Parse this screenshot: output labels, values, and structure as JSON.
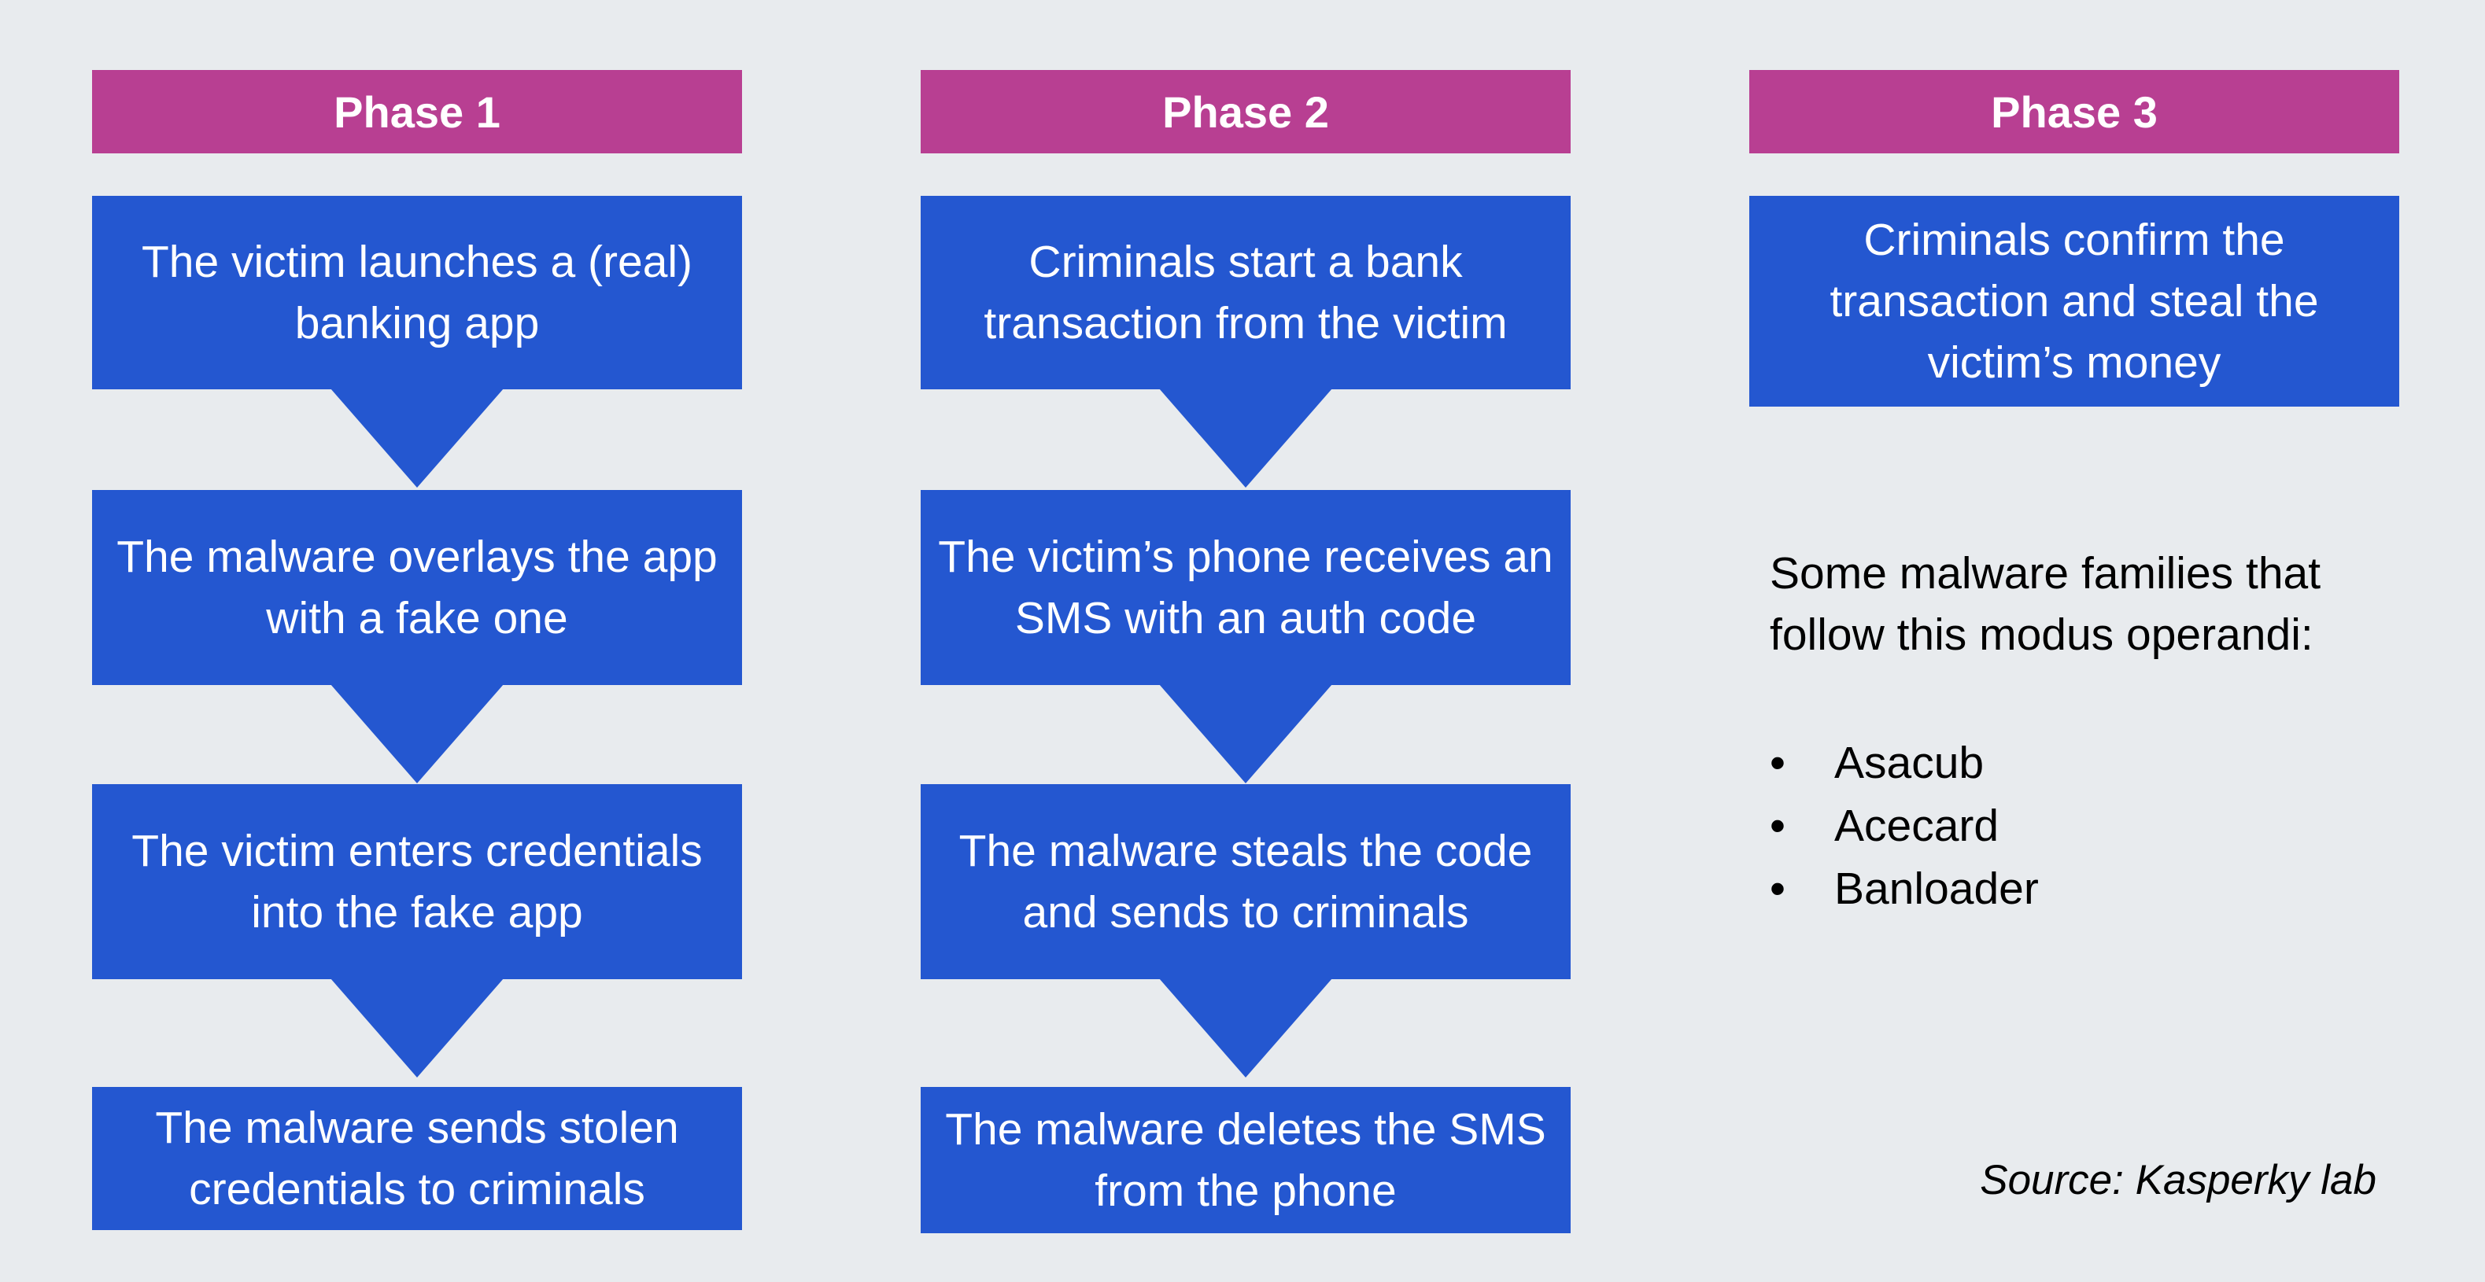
{
  "phases": [
    {
      "title": "Phase 1",
      "steps": [
        "The victim launches a (real) banking app",
        "The malware overlays the app with a fake one",
        "The victim enters credentials into the fake app",
        "The malware sends stolen credentials to criminals"
      ]
    },
    {
      "title": "Phase 2",
      "steps": [
        "Criminals start a bank transaction from the victim",
        "The victim’s phone receives an SMS with an auth code",
        "The malware steals the code and sends to criminals",
        "The malware deletes the SMS from the phone"
      ]
    },
    {
      "title": "Phase 3",
      "steps": [
        "Criminals confirm the transaction and steal the victim’s money"
      ]
    }
  ],
  "families": {
    "intro": "Some malware families that follow this modus operandi:",
    "items": [
      "Asacub",
      "Acecard",
      "Banloader"
    ]
  },
  "source": "Source: Kasperky lab",
  "colors": {
    "background": "#e8ebee",
    "header": "#b83f92",
    "step": "#2457d0"
  }
}
